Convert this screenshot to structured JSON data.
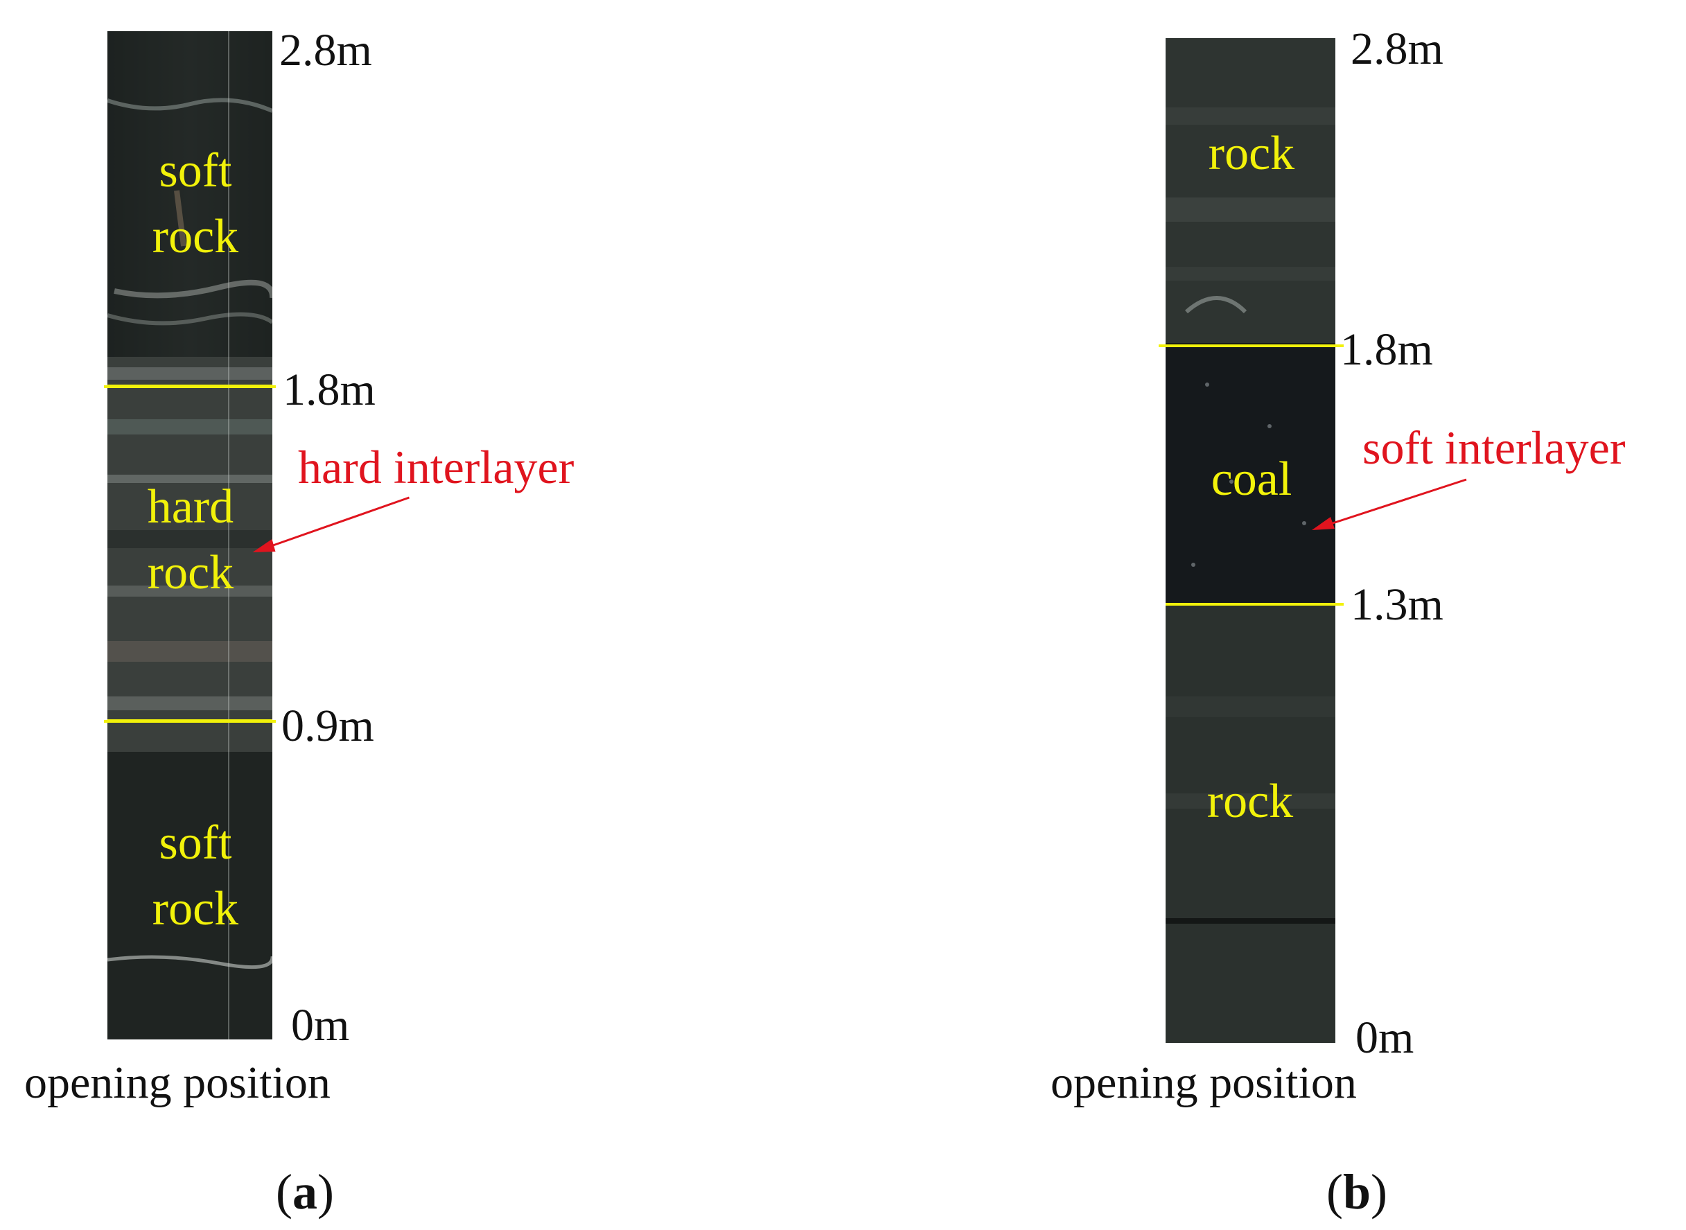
{
  "colors": {
    "boundary_line": "#f2f20a",
    "layer_text": "#f2f20a",
    "annotation": "#e0141e",
    "text": "#111111"
  },
  "panels": [
    {
      "id": "a",
      "label": "a",
      "caption": "opening position",
      "depth_marks": [
        "2.8m",
        "1.8m",
        "0.9m",
        "0m"
      ],
      "layers": [
        {
          "label_line1": "soft",
          "label_line2": "rock"
        },
        {
          "label_line1": "hard",
          "label_line2": "rock"
        },
        {
          "label_line1": "soft",
          "label_line2": "rock"
        }
      ],
      "annotation": "hard interlayer"
    },
    {
      "id": "b",
      "label": "b",
      "caption": "opening position",
      "depth_marks": [
        "2.8m",
        "1.8m",
        "1.3m",
        "0m"
      ],
      "layers": [
        {
          "label_line1": "rock"
        },
        {
          "label_line1": "coal"
        },
        {
          "label_line1": "rock"
        }
      ],
      "annotation": "soft interlayer"
    }
  ]
}
